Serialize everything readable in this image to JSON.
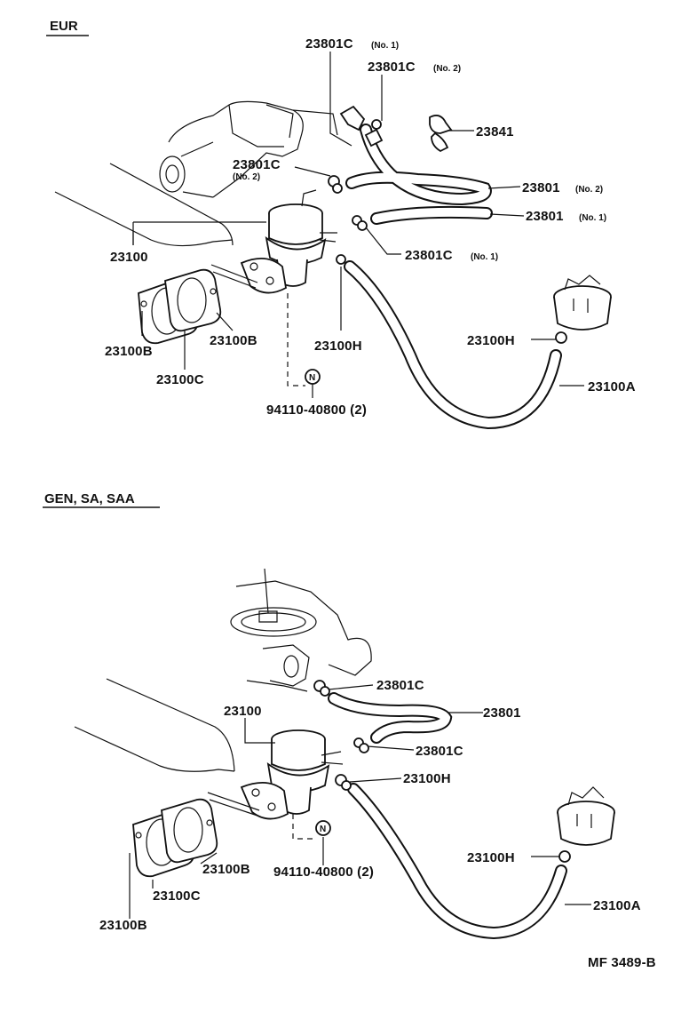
{
  "sections": {
    "top": "EUR",
    "bottom": "GEN, SA, SAA"
  },
  "top_labels": {
    "c_no1_top": "23801C",
    "c_no1_top_sub": "(No. 1)",
    "c_no2_top": "23801C",
    "c_no2_top_sub": "(No. 2)",
    "clip_23841": "23841",
    "c_no2_left": "23801C",
    "c_no2_left_sub": "(No. 2)",
    "hose_no2": "23801",
    "hose_no2_sub": "(No. 2)",
    "hose_no1": "23801",
    "hose_no1_sub": "(No. 1)",
    "c_no1_right": "23801C",
    "c_no1_right_sub": "(No. 1)",
    "pump": "23100",
    "gasket_b_right": "23100B",
    "gasket_b_left": "23100B",
    "gasket_c": "23100C",
    "clamp_h_mid": "23100H",
    "clamp_h_filter": "23100H",
    "hose_a": "23100A",
    "nut_symbol": "N",
    "nut": "94110-40800 (2)"
  },
  "bottom_labels": {
    "clamp_c_top": "23801C",
    "hose": "23801",
    "clamp_c_mid": "23801C",
    "pump": "23100",
    "clamp_h_mid": "23100H",
    "gasket_b_right": "23100B",
    "gasket_c": "23100C",
    "gasket_b_left": "23100B",
    "nut_symbol": "N",
    "nut": "94110-40800 (2)",
    "clamp_h_filter": "23100H",
    "hose_a": "23100A"
  },
  "figure_code": "MF 3489-B"
}
